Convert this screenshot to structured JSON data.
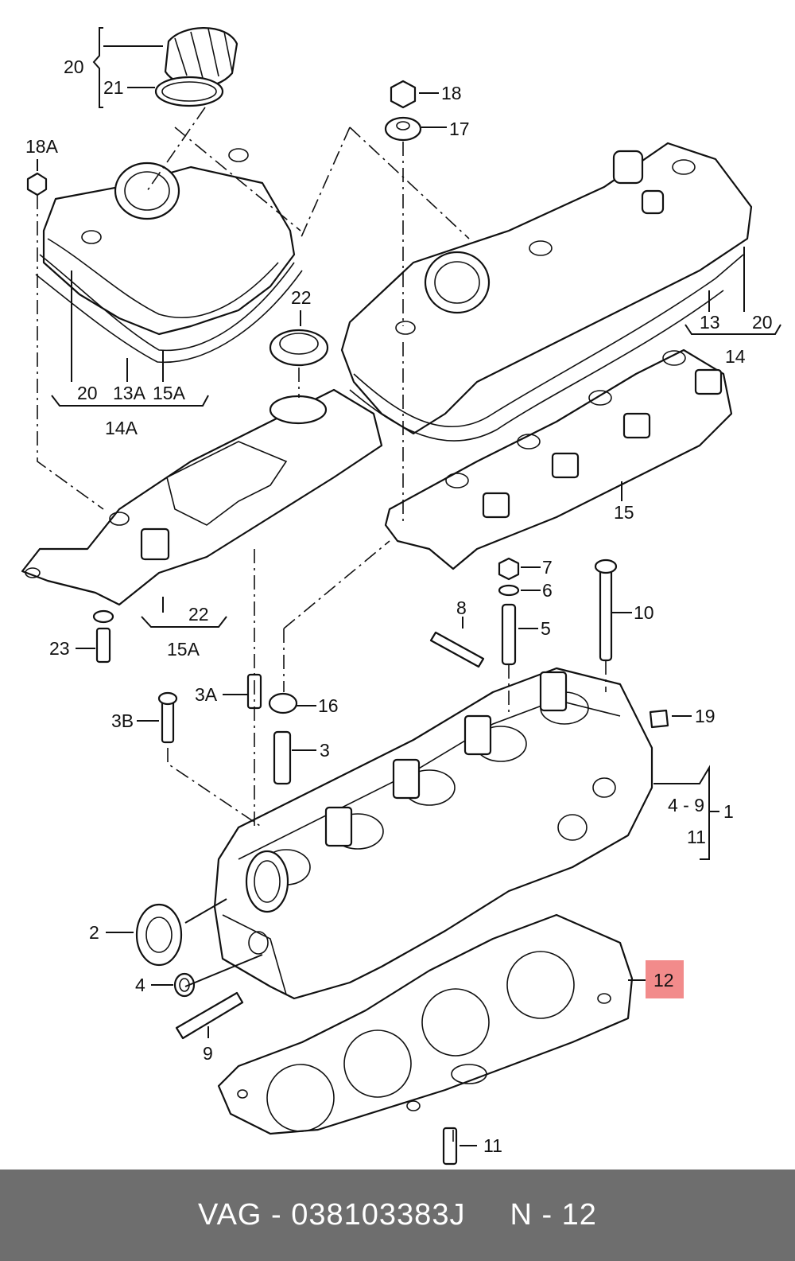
{
  "callouts": {
    "c20a": "20",
    "c21": "21",
    "c18a": "18A",
    "c18": "18",
    "c17": "17",
    "c20b": "20",
    "c13a": "13A",
    "c15a": "15A",
    "c14a": "14A",
    "c22": "22",
    "c13": "13",
    "c20c": "20",
    "c14": "14",
    "c15": "15",
    "c23": "23",
    "c22b": "22",
    "c15a2": "15A",
    "c7": "7",
    "c6": "6",
    "c8": "8",
    "c5": "5",
    "c10": "10",
    "c3a": "3A",
    "c16": "16",
    "c3b": "3B",
    "c3": "3",
    "c19": "19",
    "c49": "4 - 9",
    "c1": "1",
    "c11": "11",
    "c2": "2",
    "c4": "4",
    "c9": "9",
    "c12": "12",
    "c11b": "11"
  },
  "highlight_color": "#f28b8b",
  "footer": {
    "brand_part": "VAG - 038103383J",
    "ref": "N - 12"
  }
}
